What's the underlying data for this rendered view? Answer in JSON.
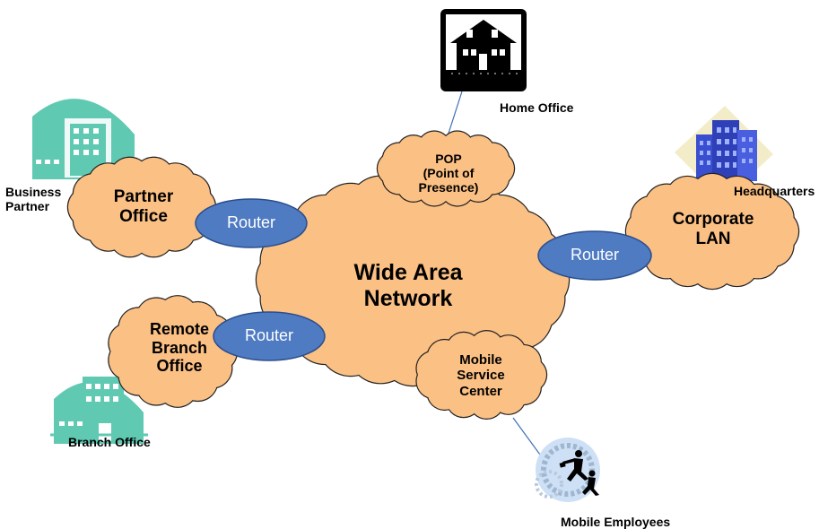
{
  "colors": {
    "cloud_fill": "#fbc084",
    "cloud_stroke": "#222222",
    "router_fill": "#4f7bc3",
    "router_stroke": "#2a4e8c",
    "building_teal": "#5fc9b2",
    "hq_blue": "#3a4fd0",
    "hq_backdrop": "#f2ecc8"
  },
  "icons": [
    "house-icon",
    "office-building-icon",
    "headquarters-towers-icon",
    "mobile-employees-icon"
  ],
  "wan": {
    "line1": "Wide Area",
    "line2": "Network"
  },
  "pop": {
    "line1": "POP",
    "line2": "(Point of",
    "line3": "Presence)"
  },
  "partner_office": {
    "line1": "Partner",
    "line2": "Office"
  },
  "corporate_lan": {
    "line1": "Corporate",
    "line2": "LAN"
  },
  "remote_branch": {
    "line1": "Remote",
    "line2": "Branch",
    "line3": "Office"
  },
  "mobile_service": {
    "line1": "Mobile",
    "line2": "Service",
    "line3": "Center"
  },
  "routers": {
    "left": "Router",
    "right": "Router",
    "bottom": "Router"
  },
  "labels": {
    "home_office": "Home Office",
    "business_partner_1": "Business",
    "business_partner_2": "Partner",
    "headquarters": "Headquarters",
    "branch_office": "Branch Office",
    "mobile_employees": "Mobile Employees"
  }
}
